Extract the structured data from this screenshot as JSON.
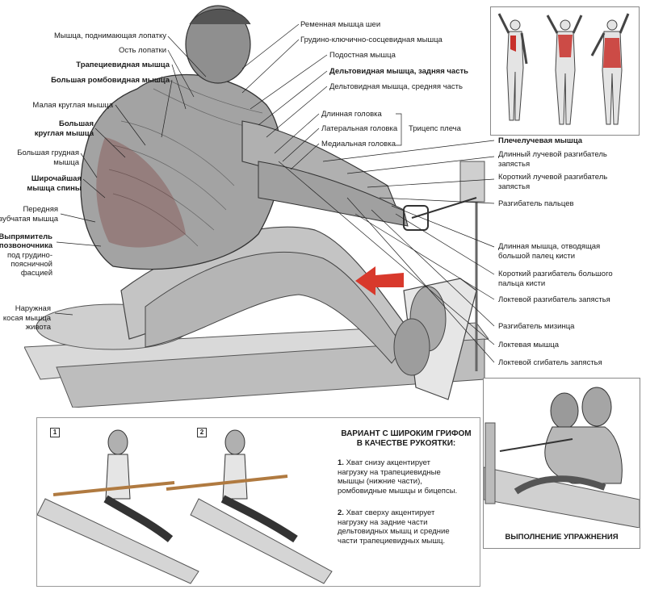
{
  "left_labels": [
    {
      "id": "levator",
      "text": "Мышца, поднимающая лопатку",
      "bold": false
    },
    {
      "id": "scap_spine",
      "text": "Ость лопатки",
      "bold": false
    },
    {
      "id": "trapezius",
      "text": "Трапециевидная мышца",
      "bold": true
    },
    {
      "id": "rhomboid",
      "text": "Большая ромбовидная мышца",
      "bold": true
    },
    {
      "id": "teres_minor",
      "text": "Малая круглая мышца",
      "bold": false
    },
    {
      "id": "teres_major_1",
      "text": "Большая",
      "bold": true
    },
    {
      "id": "teres_major_2",
      "text": "круглая мышца",
      "bold": true
    },
    {
      "id": "pec_major_1",
      "text": "Большая грудная",
      "bold": false
    },
    {
      "id": "pec_major_2",
      "text": "мышца",
      "bold": false
    },
    {
      "id": "lat_1",
      "text": "Широчайшая",
      "bold": true
    },
    {
      "id": "lat_2",
      "text": "мышца спины",
      "bold": true
    },
    {
      "id": "serratus_1",
      "text": "Передняя",
      "bold": false
    },
    {
      "id": "serratus_2",
      "text": "зубчатая мышца",
      "bold": false
    },
    {
      "id": "erector_1",
      "text": "Выпрямитель",
      "bold": true
    },
    {
      "id": "erector_2",
      "text": "позвоночника",
      "bold": true
    },
    {
      "id": "erector_3",
      "text": "под грудино-",
      "bold": false
    },
    {
      "id": "erector_4",
      "text": "поясничной",
      "bold": false
    },
    {
      "id": "erector_5",
      "text": "фасцией",
      "bold": false
    },
    {
      "id": "oblique_1",
      "text": "Наружная",
      "bold": false
    },
    {
      "id": "oblique_2",
      "text": "косая мышца",
      "bold": false
    },
    {
      "id": "oblique_3",
      "text": "живота",
      "bold": false
    }
  ],
  "top_labels": [
    {
      "id": "splenius",
      "text": "Ременная мышца шеи",
      "bold": false
    },
    {
      "id": "scm",
      "text": "Грудино-ключично-сосцевидная мышца",
      "bold": false
    },
    {
      "id": "infraspinatus",
      "text": "Подостная мышца",
      "bold": false
    },
    {
      "id": "post_delt",
      "text": "Дельтовидная мышца, задняя часть",
      "bold": true
    },
    {
      "id": "mid_delt",
      "text": "Дельтовидная мышца, средняя часть",
      "bold": false
    },
    {
      "id": "long_head",
      "text": "Длинная головка",
      "bold": false
    },
    {
      "id": "lat_head",
      "text": "Латеральная головка",
      "bold": false
    },
    {
      "id": "med_head",
      "text": "Медиальная головка",
      "bold": false
    },
    {
      "id": "triceps",
      "text": "Трицепс плеча",
      "bold": false
    }
  ],
  "right_labels": [
    {
      "id": "brachioradialis",
      "text": "Плечелучевая мышца",
      "bold": true
    },
    {
      "id": "ecrl_1",
      "text": "Длинный лучевой разгибатель",
      "bold": false
    },
    {
      "id": "ecrl_2",
      "text": "запястья",
      "bold": false
    },
    {
      "id": "ecrb_1",
      "text": "Короткий лучевой разгибатель",
      "bold": false
    },
    {
      "id": "ecrb_2",
      "text": "запястья",
      "bold": false
    },
    {
      "id": "ext_dig",
      "text": "Разгибатель пальцев",
      "bold": false
    },
    {
      "id": "apl_1",
      "text": "Длинная мышца, отводящая",
      "bold": false
    },
    {
      "id": "apl_2",
      "text": "большой палец кисти",
      "bold": false
    },
    {
      "id": "epb_1",
      "text": "Короткий разгибатель большого",
      "bold": false
    },
    {
      "id": "epb_2",
      "text": "пальца кисти",
      "bold": false
    },
    {
      "id": "ecu",
      "text": "Локтевой разгибатель запястья",
      "bold": false
    },
    {
      "id": "edm",
      "text": "Разгибатель мизинца",
      "bold": false
    },
    {
      "id": "anconeus",
      "text": "Локтевая мышца",
      "bold": false
    },
    {
      "id": "fcu",
      "text": "Локтевой сгибатель запястья",
      "bold": false
    }
  ],
  "variant": {
    "title_1": "ВАРИАНТ С ШИРОКИМ ГРИФОМ",
    "title_2": "В КАЧЕСТВЕ РУКОЯТКИ:",
    "p1_num": "1.",
    "p1_lines": [
      "Хват снизу акцентирует",
      "нагрузку на трапециевидные",
      "мышцы (нижние части),",
      "ромбовидные мышцы и бицепсы."
    ],
    "p2_num": "2.",
    "p2_lines": [
      "Хват сверху акцентирует",
      "нагрузку на задние части",
      "дельтовидных мышц и средние",
      "части трапециевидных мышц."
    ],
    "box1": "1",
    "box2": "2"
  },
  "exec_title": "ВЫПОЛНЕНИЕ УПРАЖНЕНИЯ",
  "colors": {
    "muscle_red": "#c8302a",
    "arrow_red": "#d8392c",
    "sketch": "#555555"
  }
}
